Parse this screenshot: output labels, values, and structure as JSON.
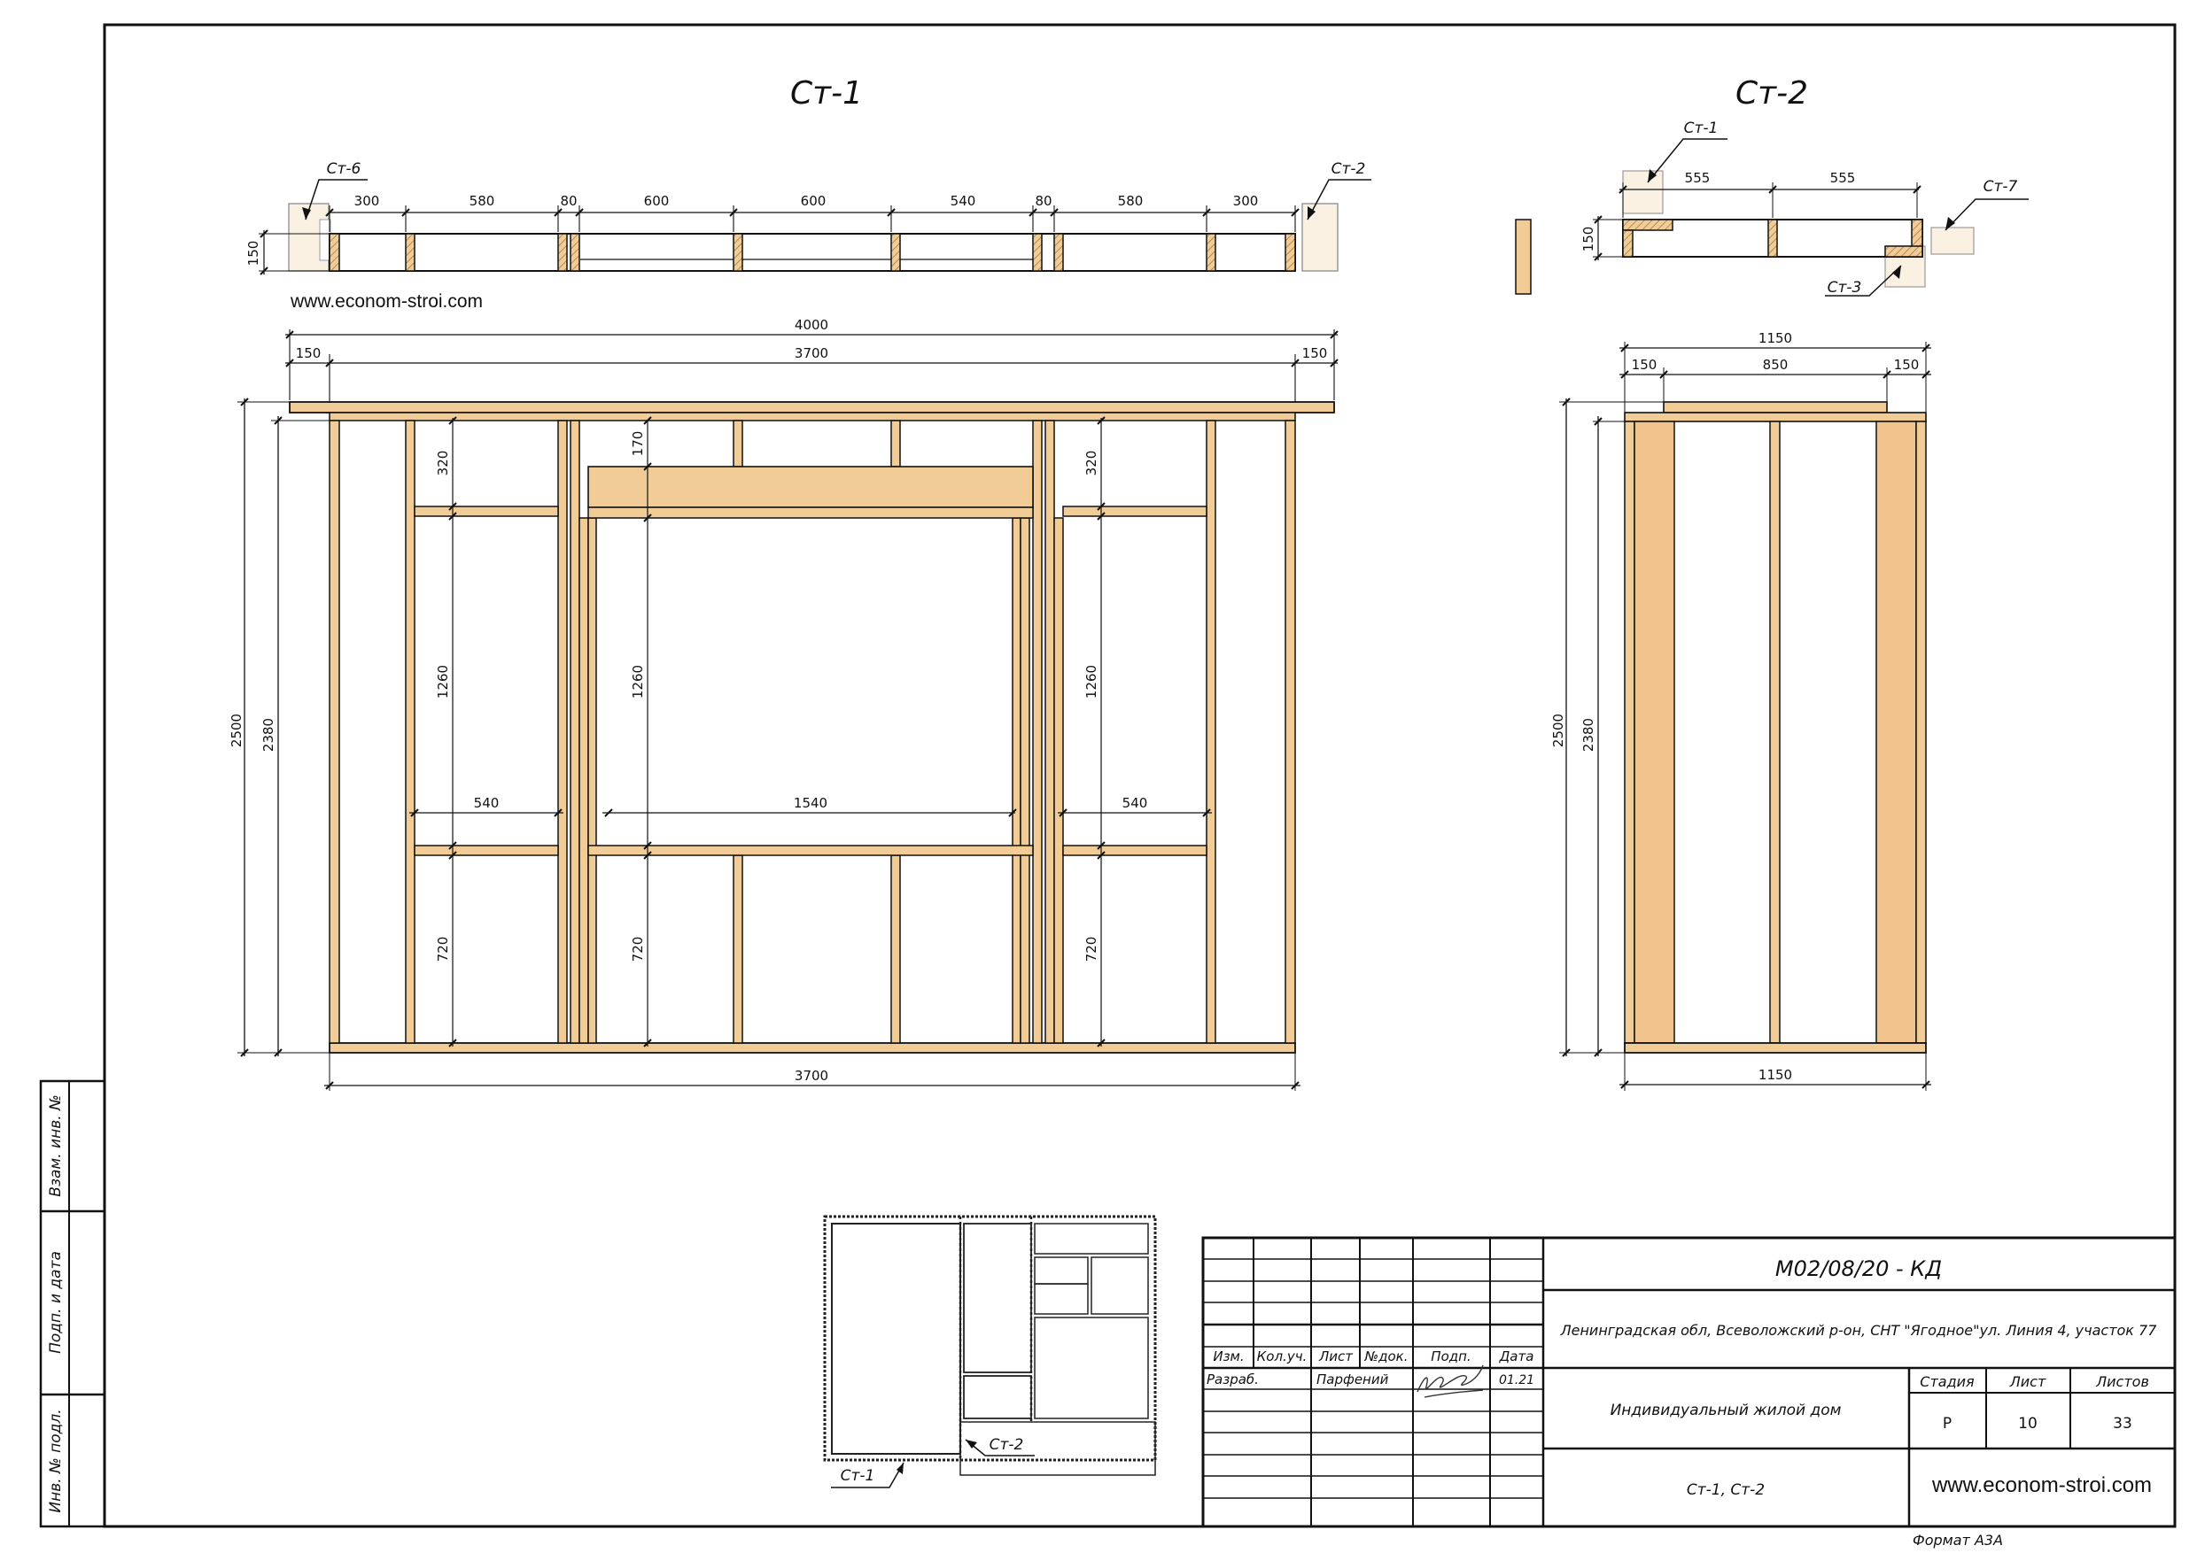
{
  "titles": {
    "st1": "Ст-1",
    "st2": "Ст-2"
  },
  "site": "www.econom-stroi.com",
  "st1_plan": {
    "labels": {
      "left_ref": "Ст-6",
      "right_ref": "Ст-2",
      "depth": "150"
    },
    "segments": [
      "300",
      "580",
      "80",
      "600",
      "600",
      "540",
      "80",
      "580",
      "300"
    ]
  },
  "st1_elev": {
    "total_width": "4000",
    "inner_width": "3700",
    "edge_left": "150",
    "edge_right": "150",
    "bottom_width": "3700",
    "height_total": "2500",
    "height_inner": "2380",
    "left_bay": {
      "top": "320",
      "mid": "1260",
      "bottom": "720",
      "width": "540"
    },
    "center_bay": {
      "top": "170",
      "mid": "1260",
      "bottom": "720",
      "width": "1540"
    },
    "right_bay": {
      "top": "320",
      "mid": "1260",
      "bottom": "720",
      "width": "540"
    }
  },
  "st2_plan": {
    "labels": {
      "top_ref": "Ст-1",
      "right_ref": "Ст-7",
      "bottom_ref": "Ст-3",
      "depth": "150"
    },
    "segments": [
      "555",
      "555"
    ]
  },
  "st2_elev": {
    "total_width": "1150",
    "inner_width": "850",
    "edge_left": "150",
    "edge_right": "150",
    "bottom_width": "1150",
    "height_total": "2500",
    "height_inner": "2380"
  },
  "keyplan": {
    "label_a": "Ст-1",
    "label_b": "Ст-2"
  },
  "side_stamp": {
    "a": "Взам. инв. №",
    "b": "Подп. и дата",
    "c": "Инв. № подл."
  },
  "title_block": {
    "code": "М02/08/20 - КД",
    "address": "Ленинградская обл, Всеволожский р-он, СНТ \"Ягодное\"ул. Линия 4, участок 77",
    "headers": [
      "Изм.",
      "Кол.уч.",
      "Лист",
      "№док.",
      "Подп.",
      "Дата"
    ],
    "dev_role": "Разраб.",
    "dev_name": "Парфений",
    "dev_date": "01.21",
    "project_name": "Индивидуальный жилой дом",
    "stage_h": "Стадия",
    "sheet_h": "Лист",
    "sheets_h": "Листов",
    "stage": "Р",
    "sheet": "10",
    "sheets": "33",
    "sheet_title": "Ст-1, Ст-2",
    "website": "www.econom-stroi.com",
    "format": "Формат А3А"
  },
  "colors": {
    "wood": "#f2cc97",
    "wood_dark": "#e8c08a",
    "line": "#1a1a1a",
    "hatch": "#b08a5a"
  }
}
